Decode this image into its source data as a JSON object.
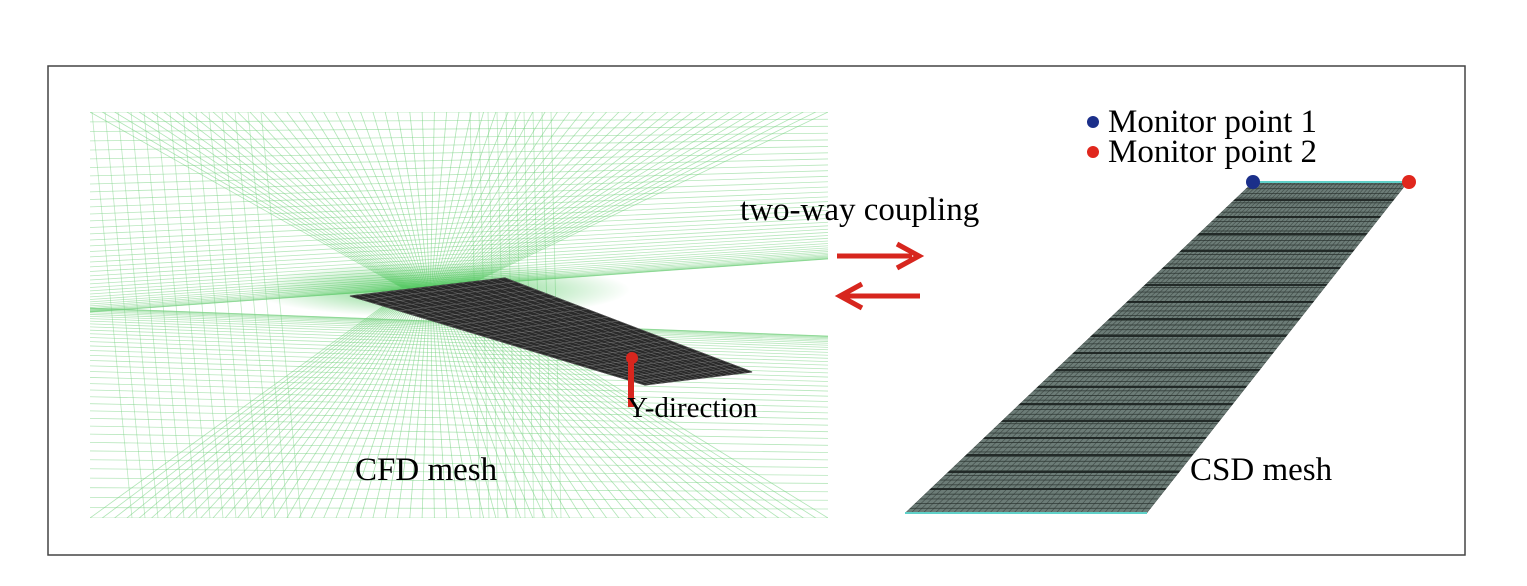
{
  "labels": {
    "cfd_mesh": "CFD mesh",
    "csd_mesh": "CSD mesh",
    "coupling": "two-way coupling",
    "y_direction": "Y-direction",
    "monitor_point_1": "Monitor point 1",
    "monitor_point_2": "Monitor point 2"
  },
  "colors": {
    "frame": "#444444",
    "cfd_grid": "#6fcf7a",
    "cfd_core": "#36c046",
    "wing_mesh": "#1a1a1a",
    "csd_fill": "#6c7c77",
    "csd_grid": "#2c3431",
    "csd_edge": "#5fd0c8",
    "arrow": "#d7261e",
    "monitor_point_1": "#1b2f8a",
    "monitor_point_2": "#e0271d",
    "y_marker": "#d7261e"
  },
  "icons": {
    "coupling_forward": "arrow-right-icon",
    "coupling_backward": "arrow-left-icon"
  }
}
